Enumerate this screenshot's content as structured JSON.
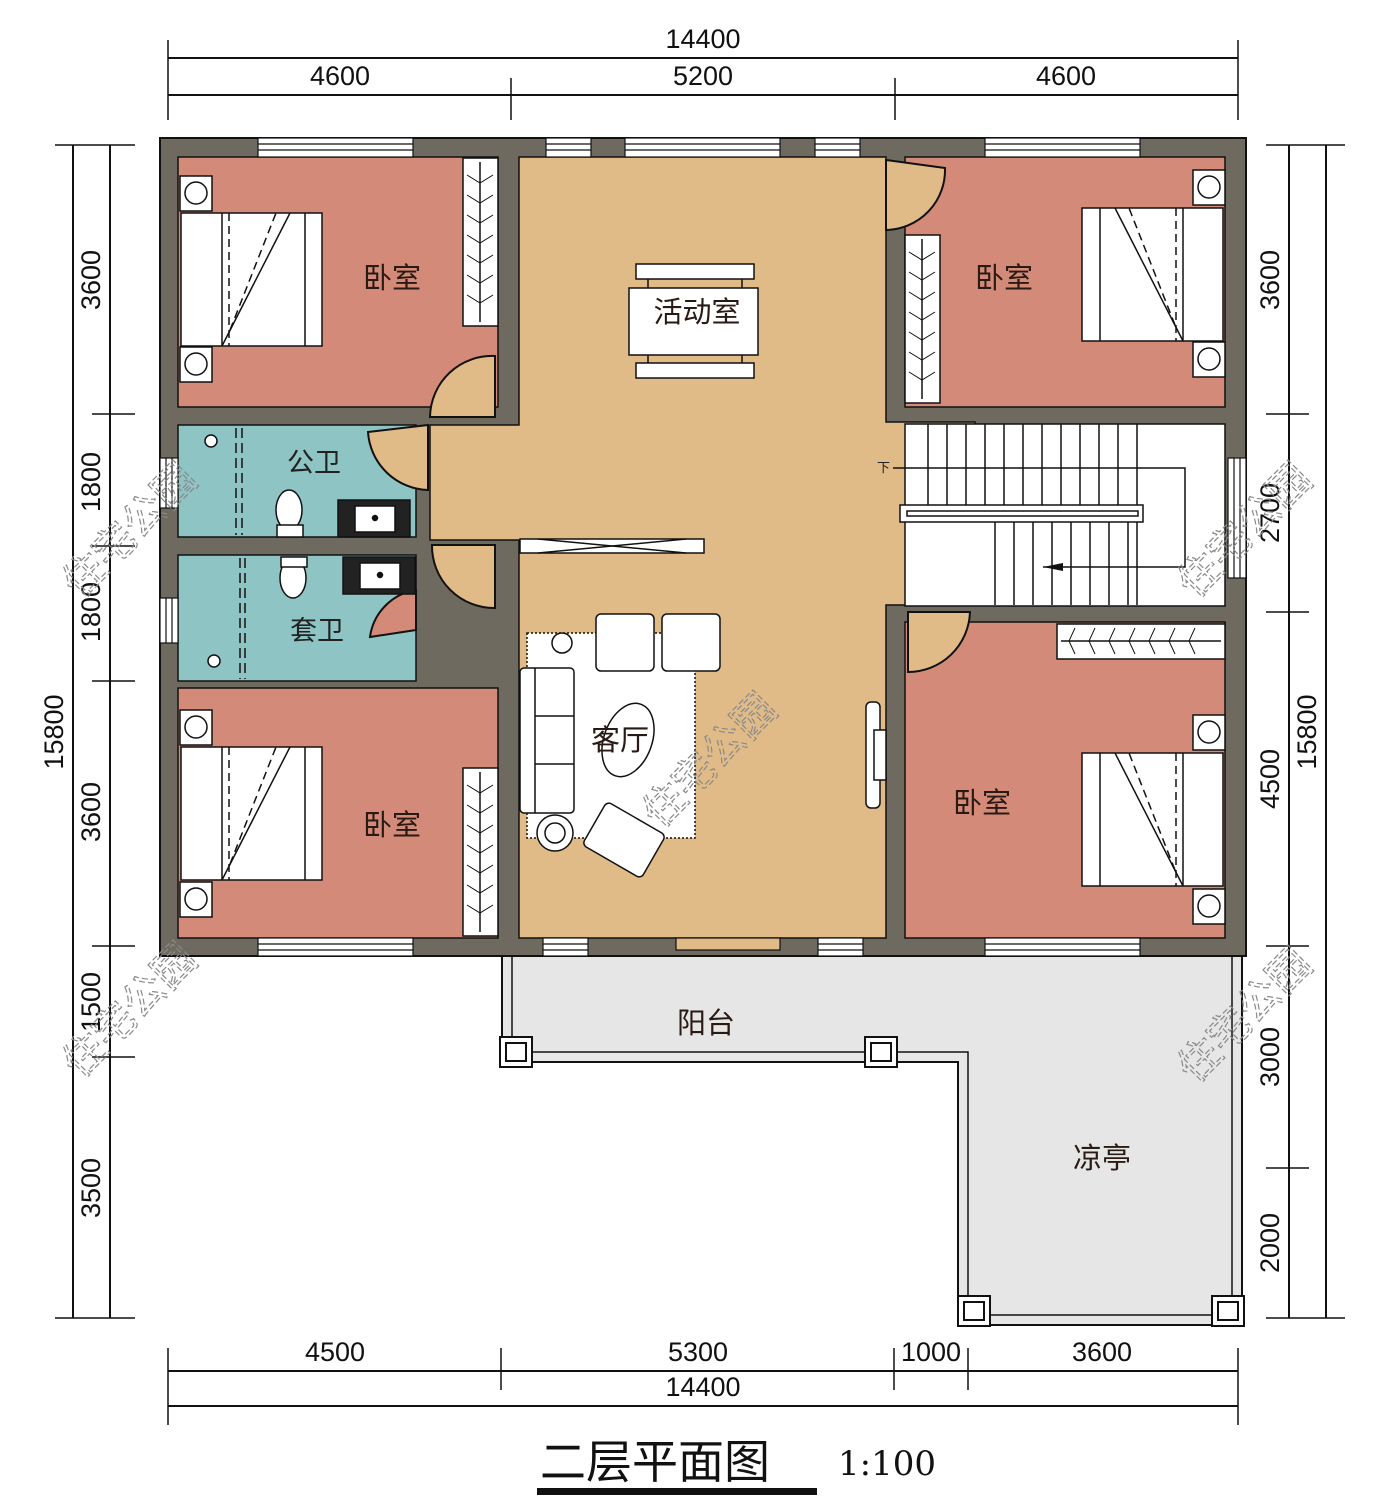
{
  "title": {
    "name": "二层平面图",
    "scale": "1:100"
  },
  "colors": {
    "wall": "#6e6a60",
    "bedroom": "#d48a78",
    "hall": "#e0bb88",
    "bathroom": "#8fc4c4",
    "balcony": "#e6e6e6",
    "window": "#ffffff",
    "line": "#111111"
  },
  "dimensions": {
    "top": {
      "total": "14400",
      "segments": [
        "4600",
        "5200",
        "4600"
      ]
    },
    "bottom": {
      "total": "14400",
      "segments": [
        "4500",
        "5300",
        "1000",
        "3600"
      ]
    },
    "left": {
      "total": "15800",
      "segments": [
        "3600",
        "1800",
        "1800",
        "3600",
        "1500",
        "3500"
      ]
    },
    "right": {
      "total": "15800",
      "segments": [
        "3600",
        "2700",
        "4500",
        "3000",
        "2000"
      ]
    }
  },
  "rooms": {
    "bedroom_nw": "卧室",
    "bedroom_sw": "卧室",
    "bedroom_ne": "卧室",
    "bedroom_se": "卧室",
    "public_bath": "公卫",
    "ensuite_bath": "套卫",
    "activity_room": "活动室",
    "living_room": "客厅",
    "balcony": "阳台",
    "pavilion": "凉亭"
  },
  "stair": {
    "down_label": "下"
  },
  "watermark": "住宅公园"
}
